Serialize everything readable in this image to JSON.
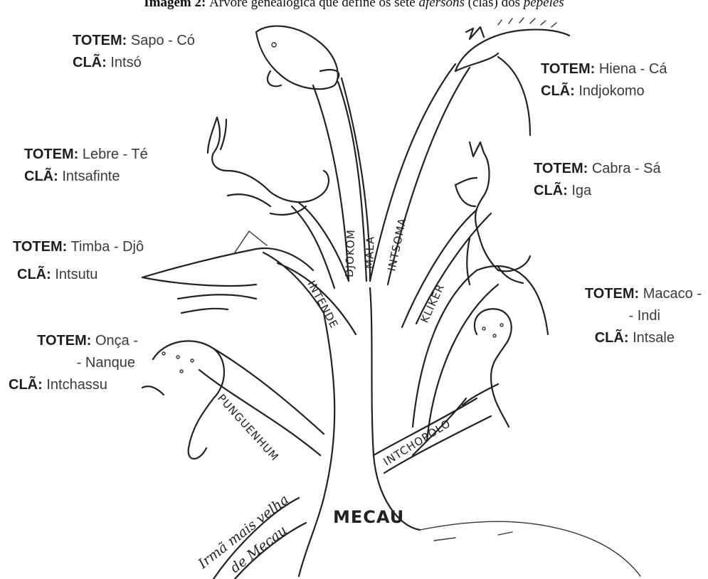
{
  "caption": {
    "prefix": "Imagem 2:",
    "text_before": " Árvore genealógica que define os sete ",
    "italic1": "afersons",
    "text_middle": " (clãs) dos ",
    "italic2": "pepeles"
  },
  "labels": {
    "totem_key": "TOTEM:",
    "clan_key": "CLÃ:"
  },
  "totems": {
    "sapo": {
      "totem": "Sapo - Có",
      "clan": "Intsó"
    },
    "hiena": {
      "totem": "Hiena - Cá",
      "clan": "Indjokomo"
    },
    "lebre": {
      "totem": "Lebre - Té",
      "clan": "Intsafinte"
    },
    "cabra": {
      "totem": "Cabra - Sá",
      "clan": "Iga"
    },
    "timba": {
      "totem": "Timba - Djô",
      "clan": "Intsutu"
    },
    "macaco": {
      "totem_line1": "Macaco -",
      "totem_line2": "- Indi",
      "clan": "Intsale"
    },
    "onca": {
      "totem_line1": "Onça -",
      "totem_line2": "- Nanque",
      "clan": "Intchassu"
    }
  },
  "branches": {
    "djokom": "DJOKOM",
    "mala": "MALA",
    "intsoma": "INTSOMA",
    "intende": "INTENDE",
    "kliker": "KLIKER",
    "punguenhum": "PUNGUENHUM",
    "intchopolo": "INTCHOPOLO",
    "root": "MECAU",
    "sister_line1": "Irmã mais velha",
    "sister_line2": "de Mecau"
  }
}
